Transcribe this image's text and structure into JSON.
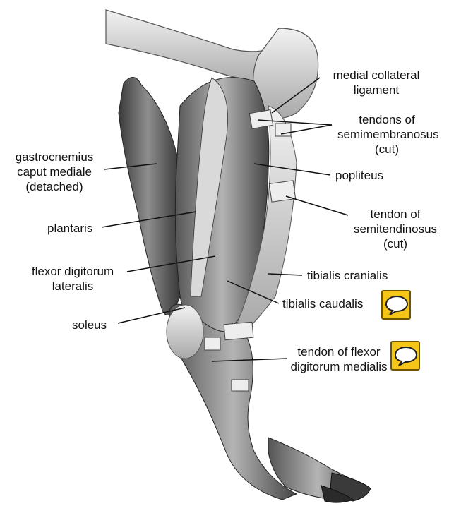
{
  "labels": {
    "medial_collateral_ligament": [
      "medial collateral",
      "ligament"
    ],
    "tendons_semimembranosus": [
      "tendons of",
      "semimembranosus",
      "(cut)"
    ],
    "gastrocnemius": [
      "gastrocnemius",
      "caput mediale",
      "(detached)"
    ],
    "popliteus": [
      "popliteus"
    ],
    "tendon_semitendinosus": [
      "tendon of",
      "semitendinosus",
      "(cut)"
    ],
    "plantaris": [
      "plantaris"
    ],
    "flexor_digitorum_lateralis": [
      "flexor digitorum",
      "lateralis"
    ],
    "tibialis_cranialis": [
      "tibialis cranialis"
    ],
    "tibialis_caudalis": [
      "tibialis caudalis"
    ],
    "soleus": [
      "soleus"
    ],
    "tendon_flexor_digitorum_medialis": [
      "tendon of flexor",
      "digitorum medialis"
    ]
  },
  "note_buttons": [
    {
      "icon": "speech-bubble-icon",
      "color": "#f5c518"
    },
    {
      "icon": "speech-bubble-icon",
      "color": "#f5c518"
    }
  ]
}
